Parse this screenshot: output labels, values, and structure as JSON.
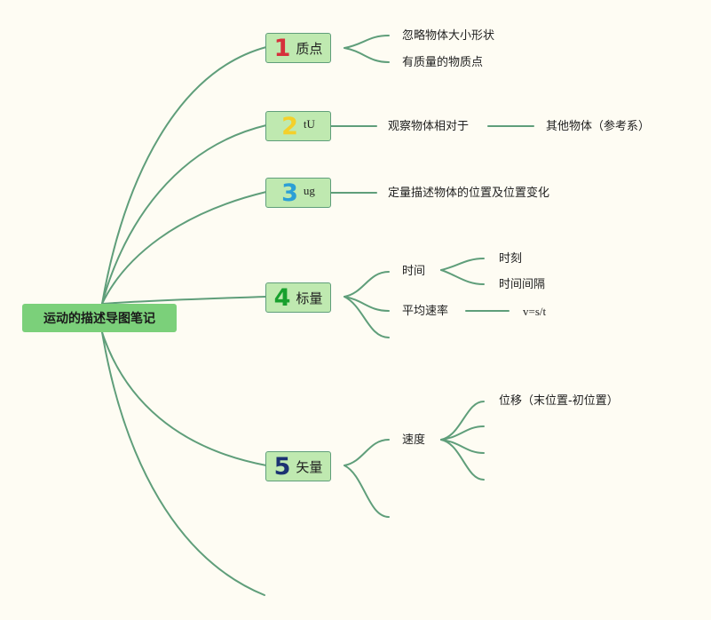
{
  "root": {
    "label": "运动的描述导图笔记"
  },
  "topics": [
    {
      "num": "1",
      "label": "质点",
      "children": [
        "忽略物体大小形状",
        "有质量的物质点"
      ]
    },
    {
      "num": "2",
      "label": "tU",
      "children": [
        "观察物体相对于",
        "其他物体（参考系）"
      ]
    },
    {
      "num": "3",
      "label": "ug",
      "children": [
        "定量描述物体的位置及位置变化"
      ]
    },
    {
      "num": "4",
      "label": "标量",
      "children": [
        {
          "label": "时间",
          "children": [
            "时刻",
            "时间间隔"
          ]
        },
        {
          "label": "平均速率",
          "children": [
            "v=s/t"
          ]
        }
      ]
    },
    {
      "num": "5",
      "label": "矢量",
      "children": [
        {
          "label": "速度",
          "children": [
            "位移（末位置-初位置）"
          ]
        }
      ]
    }
  ],
  "colors": {
    "background": "#fefcf3",
    "line": "#5f9e7a",
    "root_fill": "#7bd07a",
    "topic_fill": "#bfe9b0"
  }
}
